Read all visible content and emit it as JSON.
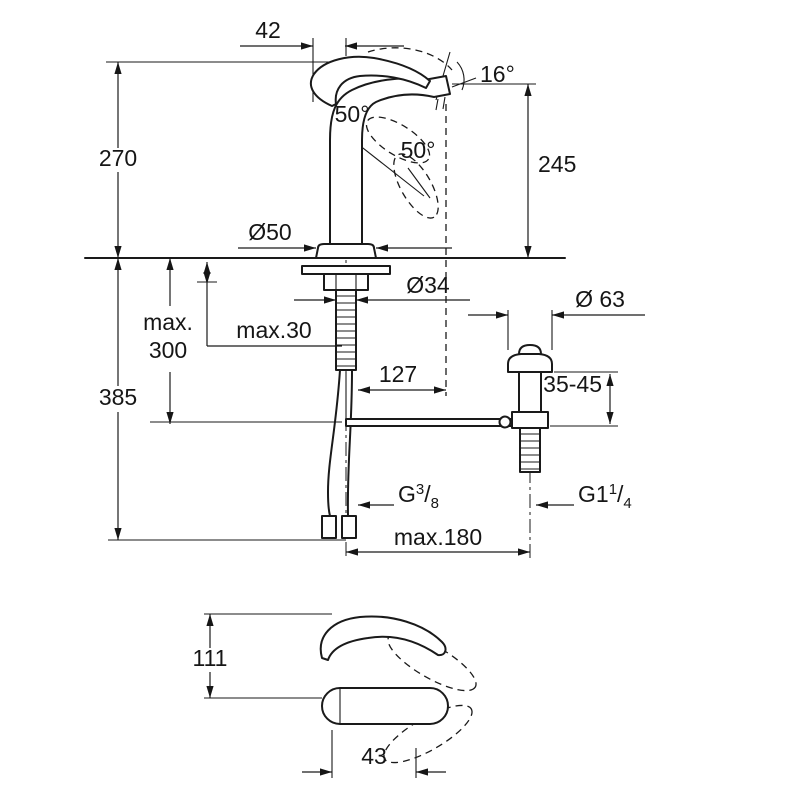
{
  "drawing": {
    "title": "faucet-dimension-drawing",
    "colors": {
      "line": "#1a1a1a",
      "background": "#ffffff"
    },
    "dims": {
      "lever_offset": "42",
      "spout_angle": "16°",
      "handle_swivel_a": "50°",
      "handle_swivel_b": "50°",
      "overall_height": "270",
      "spout_outlet_height": "245",
      "base_diameter": "Ø50",
      "mounting_hole_diameter": "Ø34",
      "drain_flange_diameter": "Ø 63",
      "below_deck_max_label": "max.",
      "below_deck_max_value": "300",
      "deck_thickness": "max.30",
      "supply_height": "385",
      "spout_reach": "127",
      "drain_clamp_range": "35-45",
      "supply_thread": {
        "prefix": "G",
        "numerator": "3",
        "slash": "/",
        "denominator": "8"
      },
      "drain_thread": {
        "prefix": "G1",
        "numerator": "1",
        "slash": "/",
        "denominator": "4"
      },
      "drain_center_distance": "max.180",
      "plan_height": "111",
      "plan_offset": "43"
    }
  }
}
